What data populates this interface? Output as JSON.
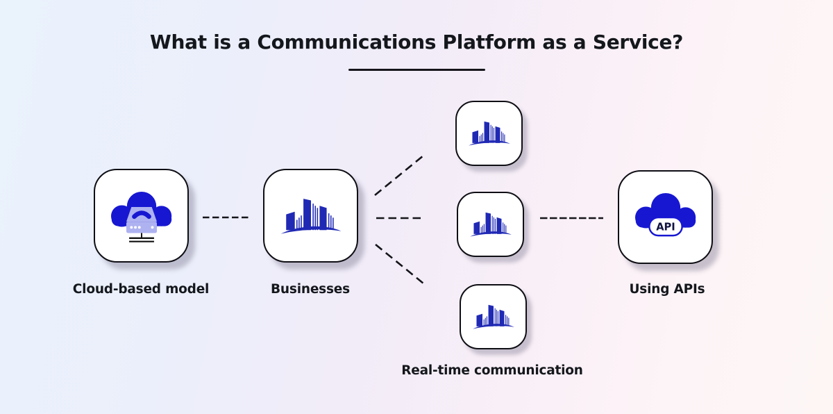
{
  "title": {
    "text": "What is a Communications Platform as a Service?"
  },
  "colors": {
    "icon_blue": "#1717d2",
    "buildings_blue": "#2029b4",
    "device_lavender": "#aeb2f0",
    "api_text": "#10123f",
    "line_black": "#15151a",
    "text_dark": "#14171c"
  },
  "nodes": {
    "cloud_model": {
      "label": "Cloud-based model",
      "icon": "cloud-pbx-server-icon"
    },
    "businesses": {
      "label": "Businesses",
      "icon": "city-buildings-icon"
    },
    "endpoint_top": {
      "icon": "city-buildings-icon"
    },
    "endpoint_middle": {
      "icon": "city-buildings-icon"
    },
    "realtime": {
      "label": "Real-time communication",
      "icon": "city-buildings-icon"
    },
    "using_apis": {
      "label": "Using APIs",
      "icon": "cloud-api-icon",
      "badge": "API"
    }
  }
}
